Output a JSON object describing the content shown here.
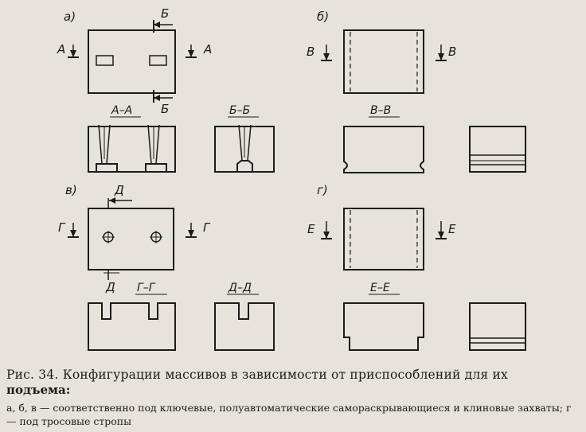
{
  "panel_labels": {
    "a": "а)",
    "b": "б)",
    "v": "в)",
    "g": "г)"
  },
  "markers": {
    "A": "А",
    "B": "Б",
    "V": "В",
    "G": "Г",
    "D": "Д",
    "E": "Е"
  },
  "sections": {
    "aa": "А–А",
    "bb": "Б–Б",
    "vv": "В–В",
    "gg": "Г–Г",
    "dd": "Д–Д",
    "ee": "Е–Е"
  },
  "caption": {
    "figure": "Рис. 34.",
    "title_line1": "Конфигурации массивов в зависимости от приспособлений для их",
    "title_line2": "подъема:",
    "description": "а, б, в — соответственно под ключевые, полуавтоматические самораскрывающиеся и клиновые захваты; г — под тросовые стропы"
  }
}
